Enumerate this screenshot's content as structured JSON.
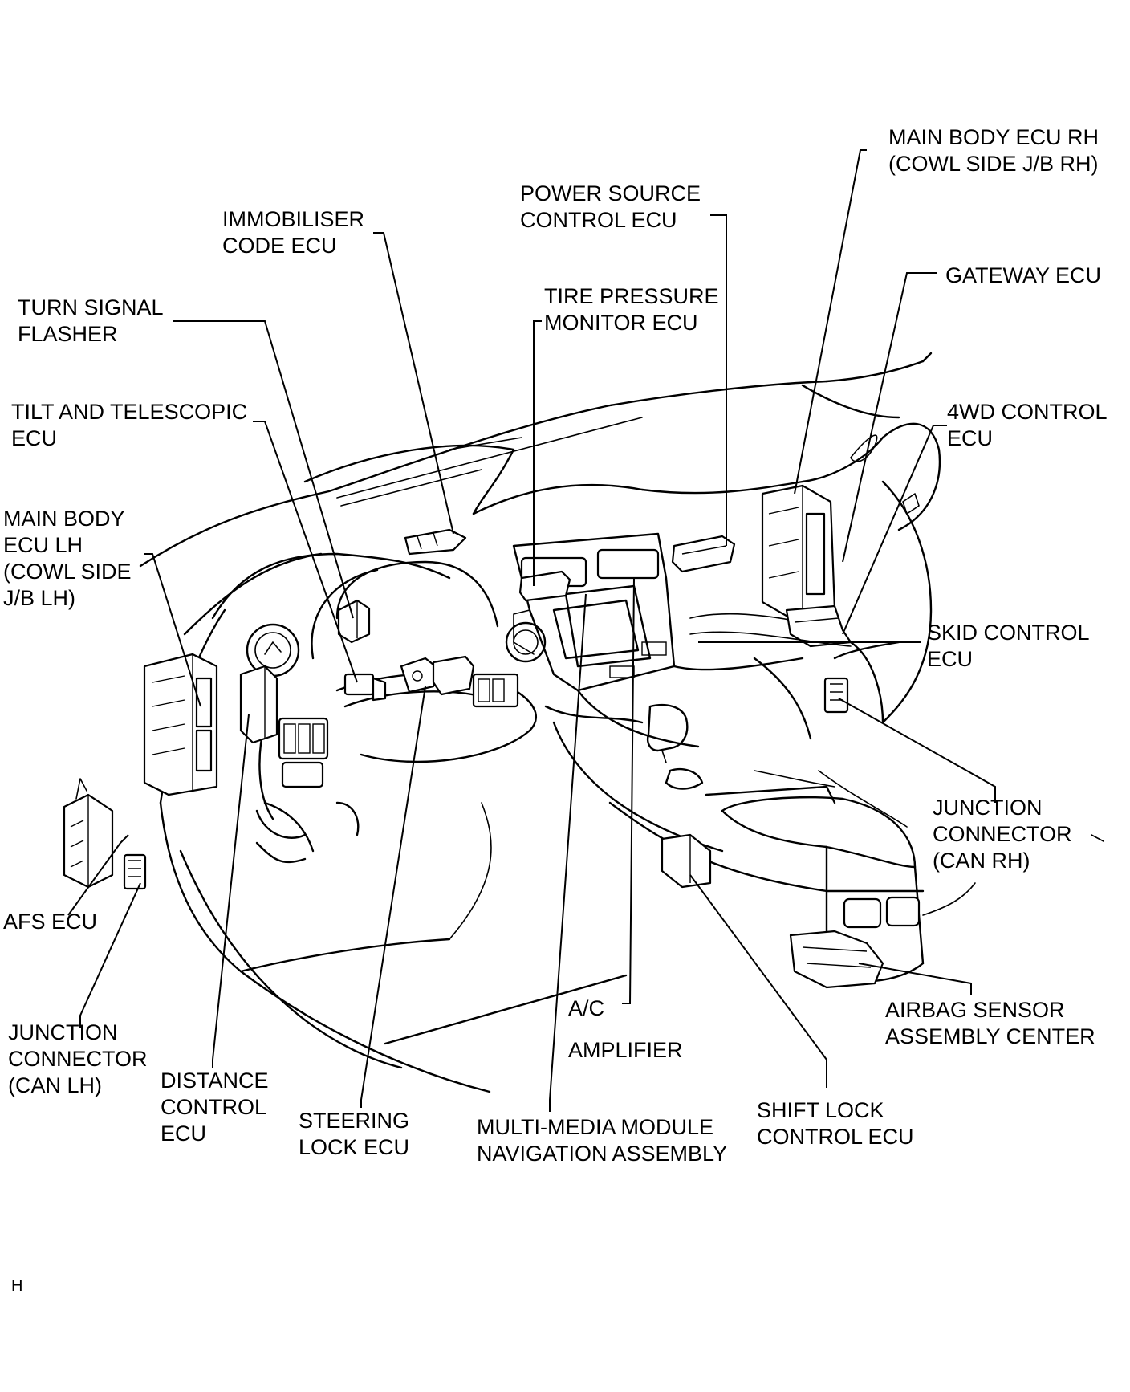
{
  "labels": {
    "main_body_ecu_rh": [
      "MAIN BODY ECU RH",
      "(COWL SIDE J/B RH)"
    ],
    "power_source_control_ecu": [
      "POWER SOURCE",
      "CONTROL ECU"
    ],
    "immobiliser_code_ecu": [
      "IMMOBILISER",
      "CODE ECU"
    ],
    "gateway_ecu": [
      "GATEWAY ECU"
    ],
    "tire_pressure_monitor_ecu": [
      "TIRE PRESSURE",
      "MONITOR ECU"
    ],
    "turn_signal_flasher": [
      "TURN SIGNAL",
      "FLASHER"
    ],
    "tilt_and_telescopic_ecu": [
      "TILT AND TELESCOPIC",
      "ECU"
    ],
    "four_wd_control_ecu": [
      "4WD CONTROL",
      "ECU"
    ],
    "main_body_ecu_lh": [
      "MAIN BODY",
      "ECU LH",
      "(COWL SIDE",
      "J/B LH)"
    ],
    "skid_control_ecu": [
      "SKID CONTROL",
      "ECU"
    ],
    "junction_connector_can_rh": [
      "JUNCTION",
      "CONNECTOR",
      "(CAN RH)"
    ],
    "afs_ecu": [
      "AFS ECU"
    ],
    "ac_amplifier": [
      "A/C",
      "AMPLIFIER"
    ],
    "airbag_sensor_assembly_center": [
      "AIRBAG SENSOR",
      "ASSEMBLY CENTER"
    ],
    "junction_connector_can_lh": [
      "JUNCTION",
      "CONNECTOR",
      "(CAN LH)"
    ],
    "distance_control_ecu": [
      "DISTANCE",
      "CONTROL",
      "ECU"
    ],
    "steering_lock_ecu": [
      "STEERING",
      "LOCK ECU"
    ],
    "multi_media_module": [
      "MULTI-MEDIA MODULE",
      "NAVIGATION ASSEMBLY"
    ],
    "shift_lock_control_ecu": [
      "SHIFT LOCK",
      "CONTROL ECU"
    ]
  },
  "corner_mark": "H"
}
